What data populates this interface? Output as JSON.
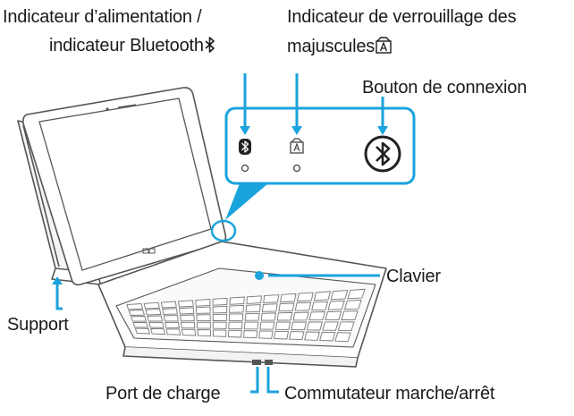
{
  "labels": {
    "power_line1": "Indicateur d’alimentation /",
    "power_line2": "indicateur Bluetooth",
    "caps_line1": "Indicateur de verrouillage des",
    "caps_line2": "majuscules",
    "connect_button": "Bouton de connexion",
    "keyboard": "Clavier",
    "stand": "Support",
    "charge_port": "Port de charge",
    "power_switch": "Commutateur marche/arrêt"
  },
  "icons": {
    "bluetooth_inline": "bluetooth-icon",
    "caps_inline": "caps-lock-icon",
    "zoom_bluetooth": "bluetooth-led-icon",
    "zoom_caps": "caps-lock-led-icon",
    "connect": "bluetooth-connect-button-icon"
  },
  "colors": {
    "accent": "#1aa3dc",
    "line": "#2a2a2a",
    "device": "#555555"
  }
}
